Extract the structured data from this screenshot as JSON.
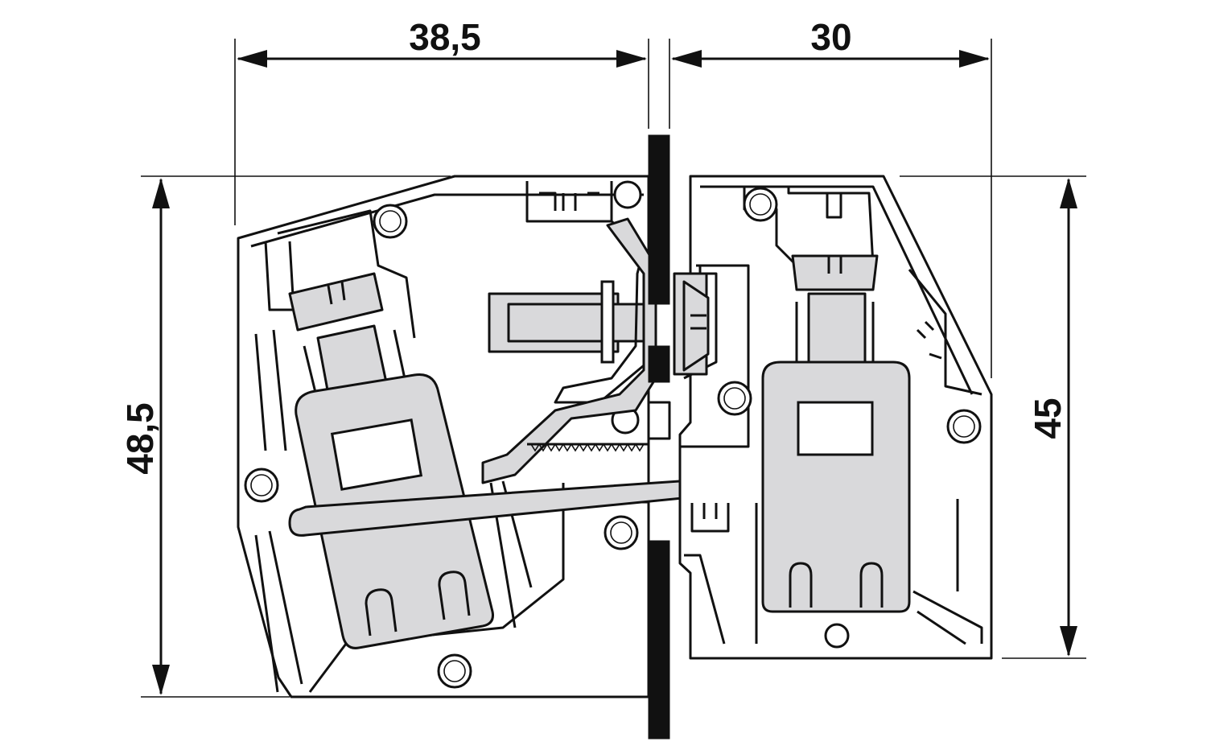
{
  "dimensions": {
    "top_left_width": "38,5",
    "top_right_width": "30",
    "left_height": "48,5",
    "right_height": "45"
  },
  "colors": {
    "line": "#111111",
    "part_fill": "#d9d9db",
    "background": "#ffffff"
  }
}
